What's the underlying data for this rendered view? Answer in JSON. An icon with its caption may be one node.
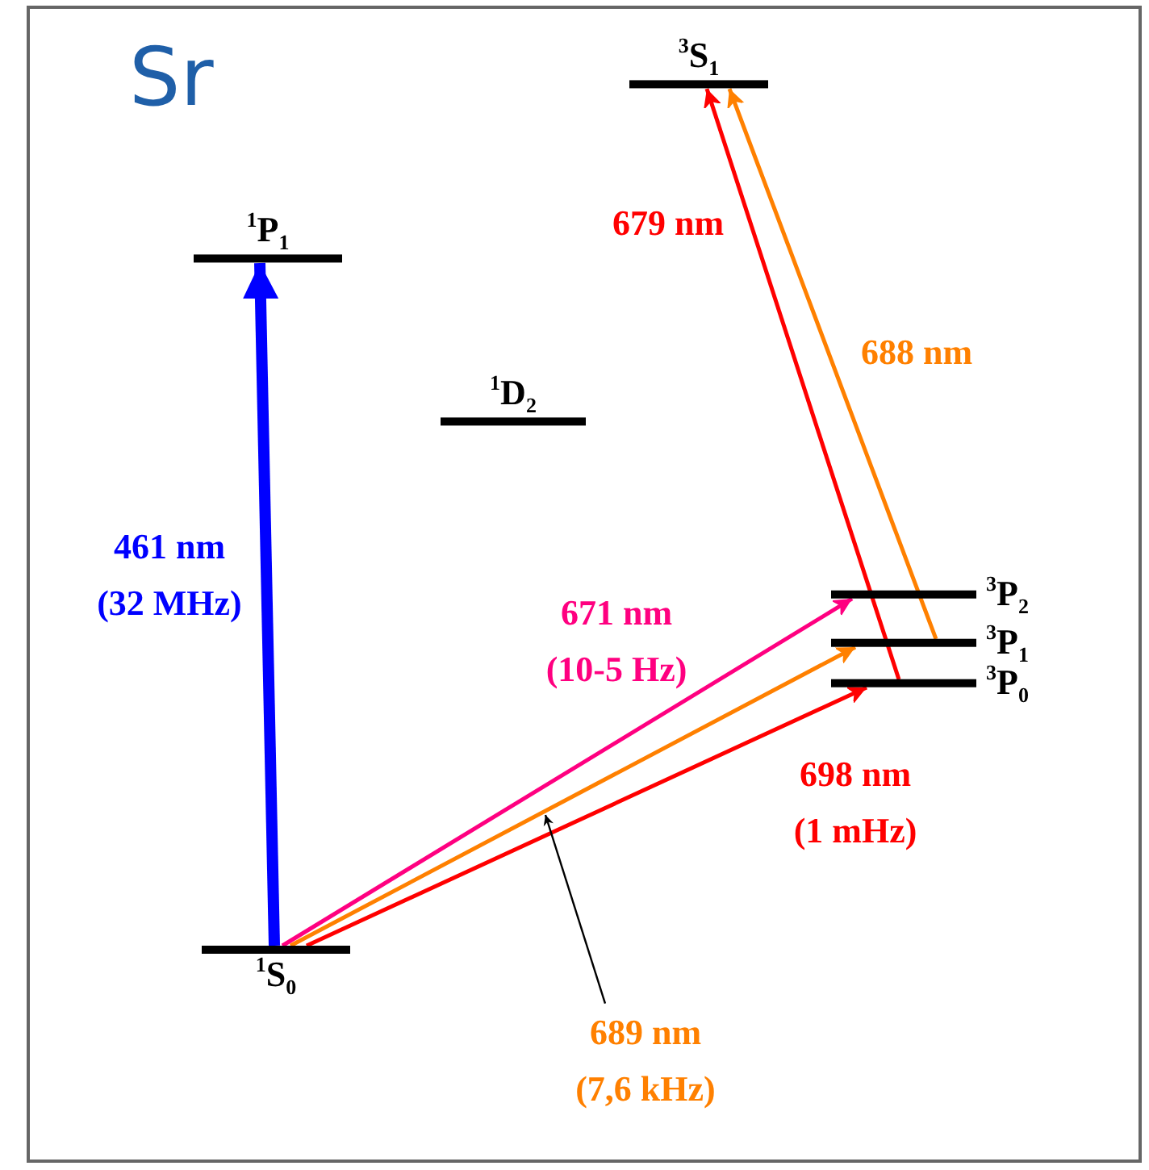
{
  "diagram": {
    "title": "Sr",
    "nodes": [
      {
        "text": [
          "$^{3}$S$_{1}$"
        ]
      },
      {
        "text": [
          "$^{1}$P$_{1}$"
        ]
      },
      {
        "text": [
          "$^{1}$D$_{2}$"
        ]
      },
      {
        "text": [
          "$^{3}$P$_{2}$"
        ]
      },
      {
        "text": [
          "$^{3}$P$_{1}$"
        ]
      },
      {
        "text": [
          "$^{3}$P$_{0}$"
        ]
      },
      {
        "text": [
          "$^{1}$S$_{0}$"
        ]
      },
      {
        "text": [
          "689 nm (7,6 kHz)"
        ]
      }
    ],
    "edges": [
      {
        "from": 6,
        "to": 1,
        "arrow": "to",
        "label": "461 nm (32 MHz)",
        "style": "thick",
        "color": "#0000ff"
      },
      {
        "from": 6,
        "to": 3,
        "arrow": "to",
        "label": "671 nm (10-5 Hz)",
        "color": "#ff0080"
      },
      {
        "from": 6,
        "to": 4,
        "arrow": "to",
        "color": "#ff8000"
      },
      {
        "from": 6,
        "to": 5,
        "arrow": "to",
        "label": "698 nm (1 mHz)",
        "color": "#ff0000"
      },
      {
        "from": 5,
        "to": 0,
        "arrow": "to",
        "label": "679 nm",
        "color": "#ff0000"
      },
      {
        "from": 4,
        "to": 0,
        "arrow": "to",
        "label": "688 nm",
        "color": "#ff8000"
      },
      {
        "from": 7,
        "to": null,
        "arrow": "to",
        "color": "#000000"
      }
    ]
  }
}
